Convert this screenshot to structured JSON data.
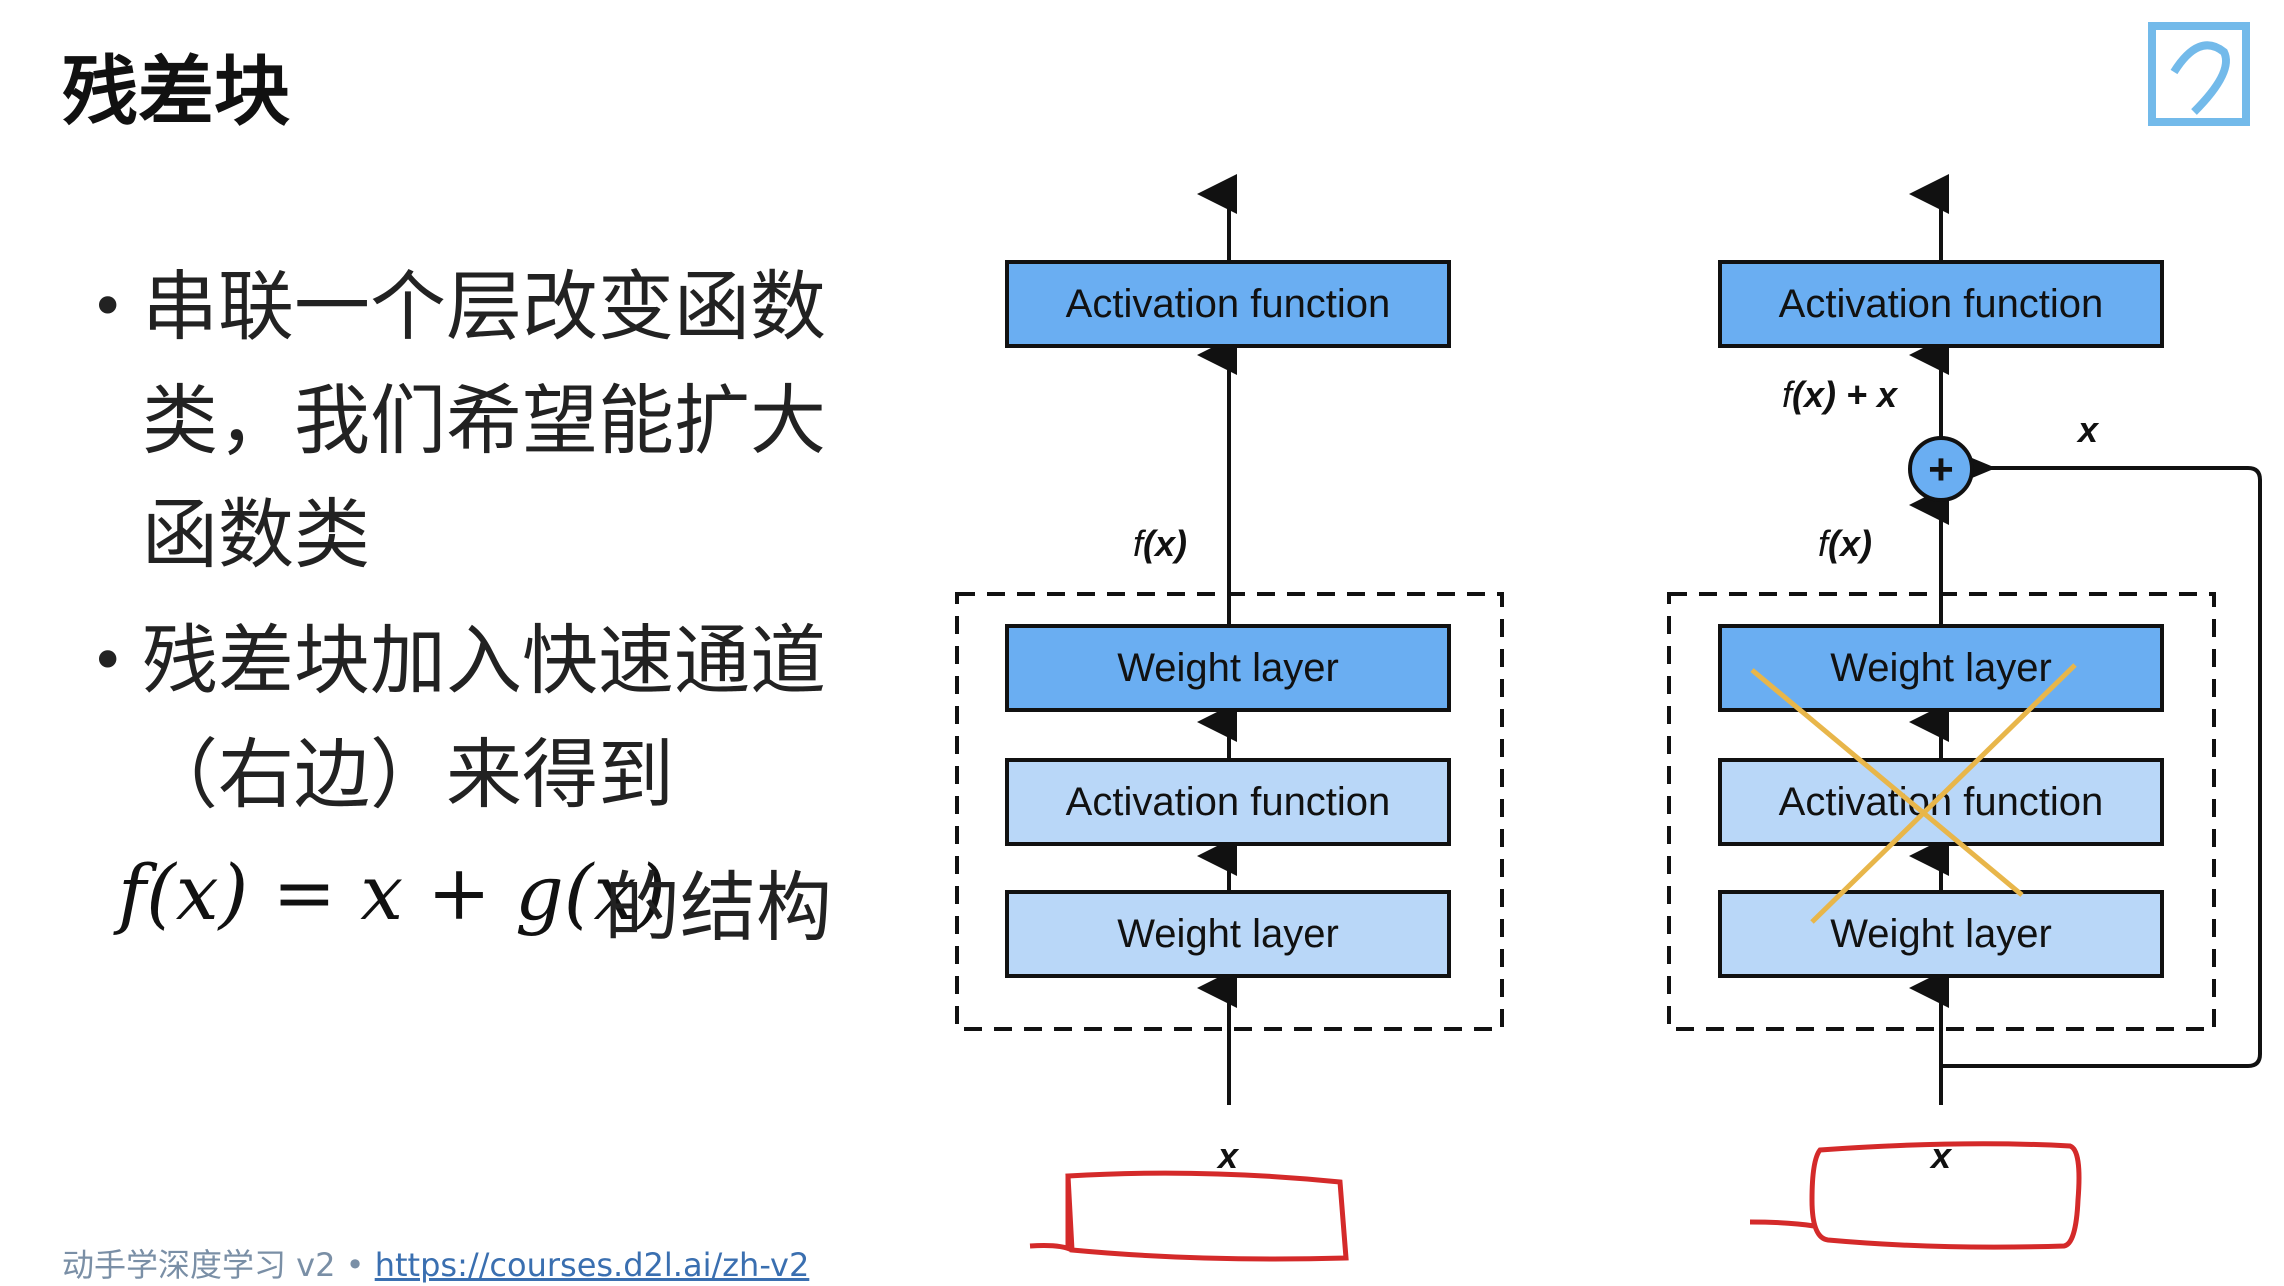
{
  "slide": {
    "title": "残差块",
    "bullets": [
      "串联一个层改变函数类，我们希望能扩大函数类",
      "残差块加入快速通道（右边）来得到"
    ],
    "formula": "f(x) = x + g(x)",
    "formula_suffix": "的结构"
  },
  "footer": {
    "course": "动手学深度学习 v2 • ",
    "link": "https://courses.d2l.ai/zh-v2"
  },
  "diagram": {
    "left_block": {
      "top_box": "Activation function",
      "output_label_f": "f",
      "output_label_x": "(x)",
      "layers": [
        "Weight layer",
        "Activation function",
        "Weight layer"
      ],
      "input_label": "x"
    },
    "right_block": {
      "top_box": "Activation function",
      "sum_label_f": "f",
      "sum_label_rest": "(x) + x",
      "skip_label": "x",
      "plus": "+",
      "output_label_f": "f",
      "output_label_x": "(x)",
      "layers": [
        "Weight layer",
        "Activation function",
        "Weight layer"
      ],
      "input_label": "x"
    }
  },
  "colors": {
    "box_dark": "#6aaef2",
    "box_light": "#b9d7f8",
    "annotation_red": "#d42a2a",
    "cross_orange": "#e8b64a"
  }
}
